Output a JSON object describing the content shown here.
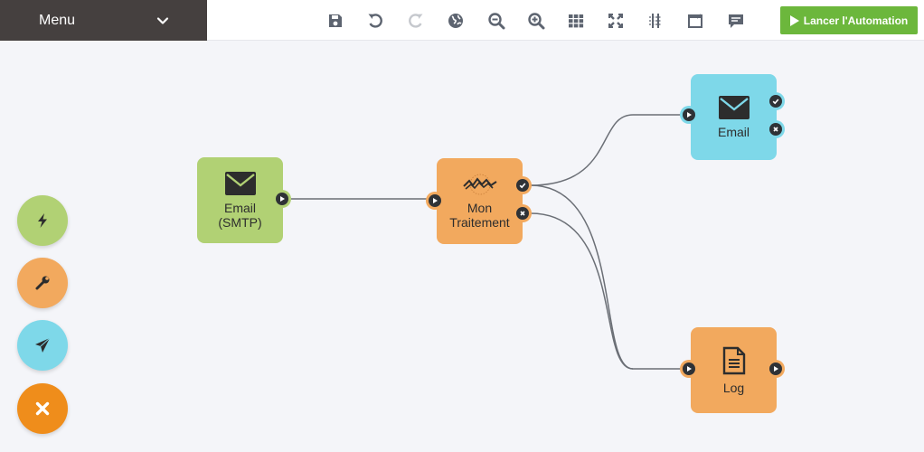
{
  "menu": {
    "label": "Menu"
  },
  "toolbar": {
    "tools": [
      "save-icon",
      "undo-icon",
      "redo-icon",
      "globe-icon",
      "zoom-out-icon",
      "zoom-in-icon",
      "grid-icon",
      "fit-screen-icon",
      "snap-grid-icon",
      "window-icon",
      "comment-icon"
    ],
    "launch_label": "Lancer l'Automation"
  },
  "nodes": {
    "email_smtp": {
      "line1": "Email",
      "line2": "(SMTP)",
      "color": "#b1d174"
    },
    "traitement": {
      "line1": "Mon",
      "line2": "Traitement",
      "color": "#f2a95e"
    },
    "email": {
      "label": "Email",
      "color": "#7ed8e9"
    },
    "log": {
      "label": "Log",
      "color": "#f2a95e"
    }
  },
  "fabs": [
    {
      "name": "lightning-icon",
      "color": "#b1d174"
    },
    {
      "name": "wrench-icon",
      "color": "#f2a95e"
    },
    {
      "name": "paper-plane-icon",
      "color": "#7ed8e9"
    },
    {
      "name": "close-icon",
      "color": "#ef8d1b"
    }
  ],
  "colors": {
    "menu_bg": "#45403f",
    "launch_bg": "#6cb73c",
    "canvas_bg": "#f4f5f9",
    "port_dark": "#2f3236"
  }
}
